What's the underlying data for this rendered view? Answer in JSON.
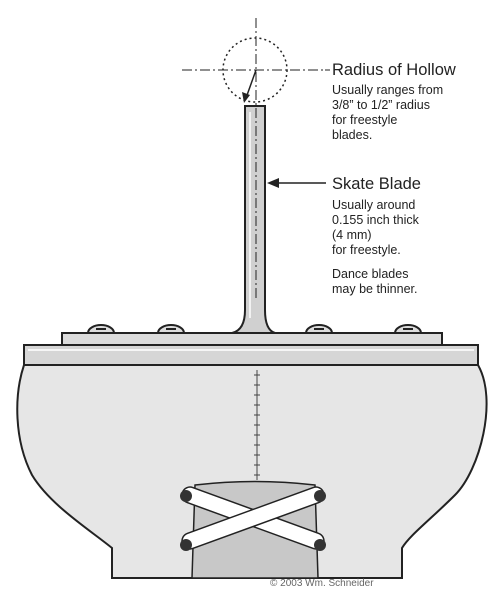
{
  "hollow": {
    "title": "Radius of Hollow",
    "lines": [
      "Usually ranges from",
      "3/8” to 1/2” radius",
      "for freestyle",
      "blades."
    ]
  },
  "blade": {
    "title": "Skate Blade",
    "lines": [
      "Usually around",
      "0.155 inch thick",
      "(4 mm)",
      "for freestyle."
    ],
    "note_lines": [
      "Dance blades",
      "may be thinner."
    ]
  },
  "credit": "© 2003 Wm. Schneider",
  "colors": {
    "line": "#222222",
    "fill_light": "#e6e6e6",
    "fill_plate": "#d6d6d6",
    "fill_mid": "#c8c8c8"
  }
}
